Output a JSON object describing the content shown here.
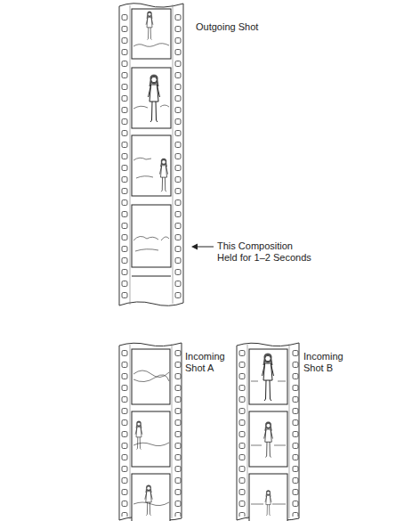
{
  "diagram": {
    "labels": [
      "Outgoing Shot",
      "This Composition Held for 1–2 Seconds",
      "Incoming Shot A",
      "Incoming Shot B"
    ]
  }
}
